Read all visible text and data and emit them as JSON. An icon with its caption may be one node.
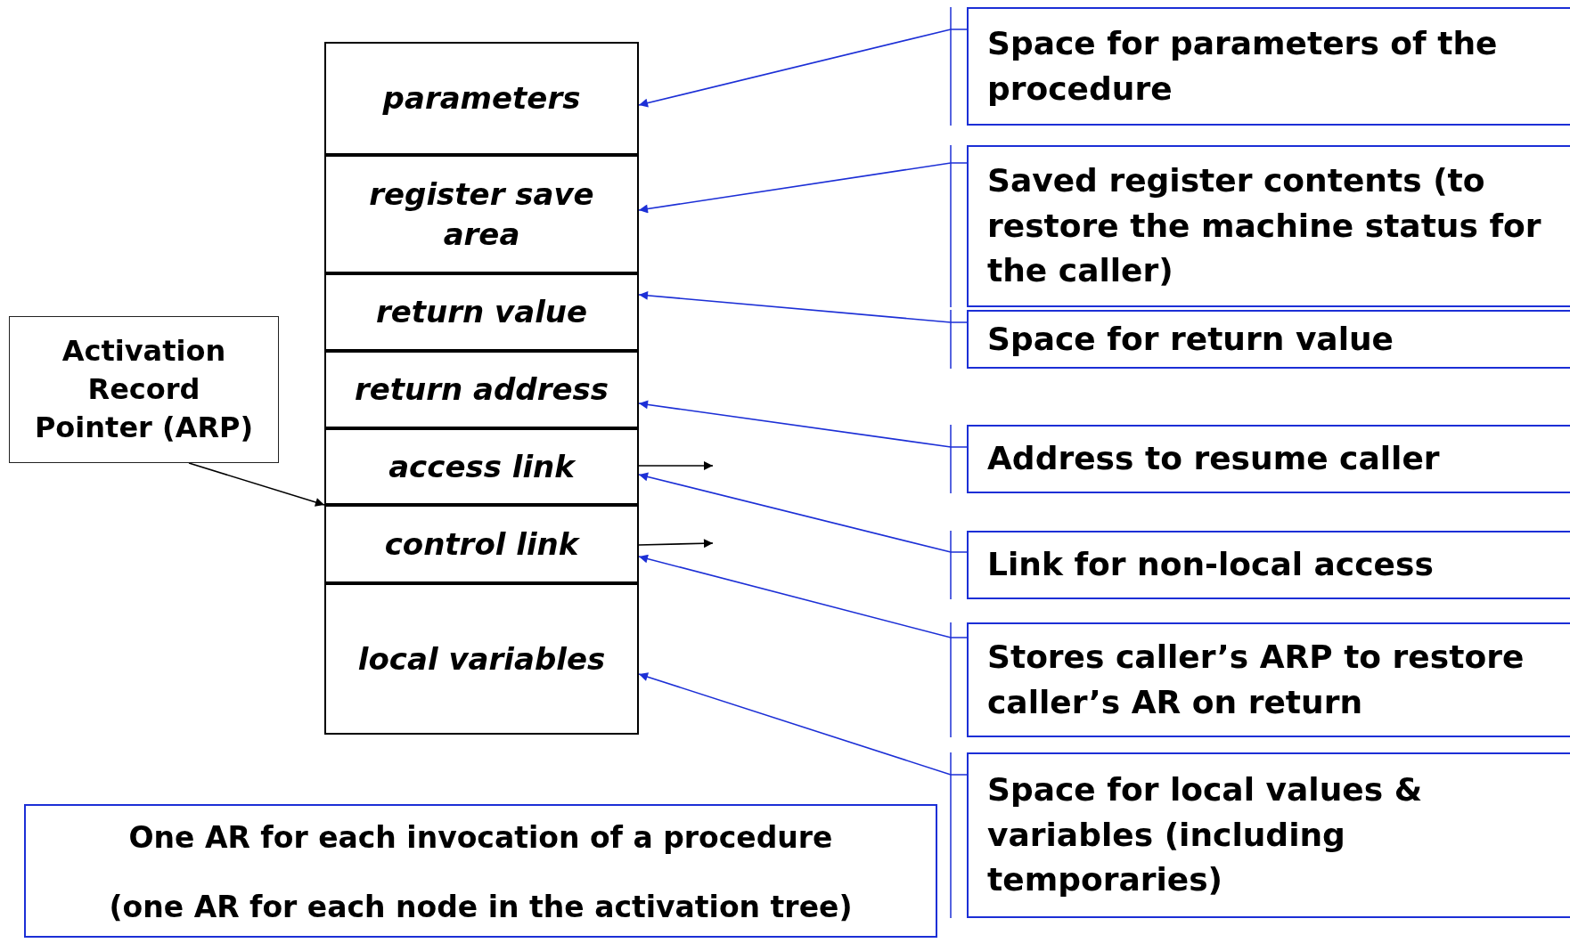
{
  "diagram": {
    "nodes": [
      {
        "text": [
          "parameters"
        ]
      },
      {
        "text": [
          "register save area"
        ]
      },
      {
        "text": [
          "return value"
        ]
      },
      {
        "text": [
          "return address"
        ]
      },
      {
        "text": [
          "access link"
        ]
      },
      {
        "text": [
          "control link"
        ]
      },
      {
        "text": [
          "local variables"
        ]
      },
      {
        "text": [
          "Activation Record Pointer (ARP)"
        ]
      },
      {
        "text": [
          "Space for parameters of the procedure"
        ]
      },
      {
        "text": [
          "Saved register contents (to restore the machine status for the caller)"
        ]
      },
      {
        "text": [
          "Space for return value"
        ]
      },
      {
        "text": [
          "Address to resume caller"
        ]
      },
      {
        "text": [
          "Link for non-local access"
        ]
      },
      {
        "text": [
          "Stores caller’s ARP to restore caller’s AR on return"
        ]
      },
      {
        "text": [
          "Space for local values & variables (including temporaries)"
        ]
      },
      {
        "text": [
          "One AR for each invocation of a procedure",
          "(one AR for each node in the activation tree)"
        ]
      }
    ],
    "edges": [
      {
        "from": 8,
        "to": 0,
        "arrow": "to"
      },
      {
        "from": 9,
        "to": 1,
        "arrow": "to"
      },
      {
        "from": 10,
        "to": 2,
        "arrow": "to"
      },
      {
        "from": 11,
        "to": 3,
        "arrow": "to"
      },
      {
        "from": 12,
        "to": 4,
        "arrow": "to"
      },
      {
        "from": 13,
        "to": 5,
        "arrow": "to"
      },
      {
        "from": 14,
        "to": 6,
        "arrow": "to"
      },
      {
        "from": 7,
        "to": 5,
        "arrow": "to",
        "color": "#000000"
      },
      {
        "from": 4,
        "to": null,
        "arrow": "to",
        "color": "#000000"
      },
      {
        "from": 5,
        "to": null,
        "arrow": "to",
        "color": "#000000"
      }
    ]
  }
}
